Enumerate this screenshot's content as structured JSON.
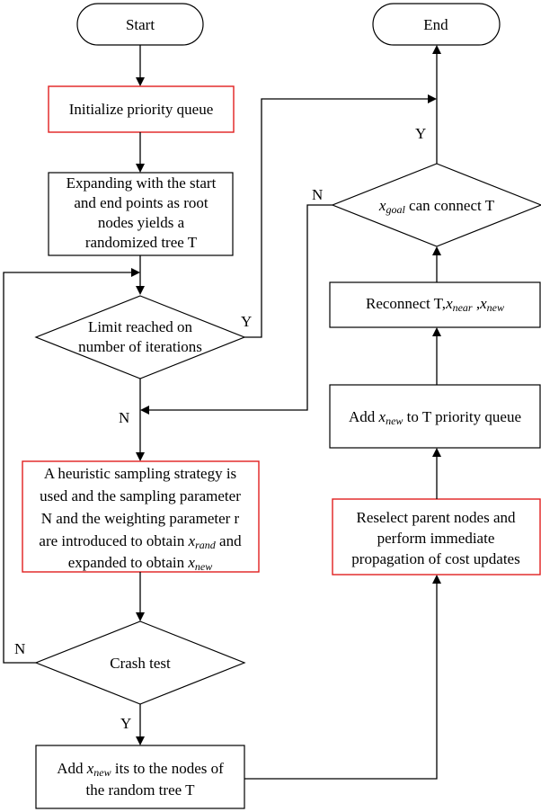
{
  "nodes": {
    "start": "Start",
    "end": "End",
    "init": "Initialize priority queue",
    "expand": [
      "Expanding with the start",
      "and end points as root",
      "nodes yields a",
      "randomized tree T"
    ],
    "limit": [
      "Limit reached on",
      "number of iterations"
    ],
    "heuristic": [
      "A heuristic sampling strategy is",
      "used and the sampling parameter",
      "N and the weighting parameter r",
      "are introduced to obtain ",
      "and",
      "expanded to obtain "
    ],
    "crash": "Crash test",
    "add_nodes": [
      "Add ",
      " its to the nodes of",
      "the random tree T"
    ],
    "reselect": [
      "Reselect parent nodes and",
      "perform immediate",
      "propagation of cost updates"
    ],
    "add_queue": [
      "Add ",
      " to T priority queue"
    ],
    "reconnect": "Reconnect T,",
    "goal_connect": " can connect T"
  },
  "vars": {
    "x": "x",
    "new": "new",
    "rand": "rand",
    "near": "near",
    "goal": "goal",
    "sep": ","
  },
  "labels": {
    "yes": "Y",
    "no": "N"
  },
  "colors": {
    "highlight_border": "#e02020",
    "border": "#000000"
  }
}
